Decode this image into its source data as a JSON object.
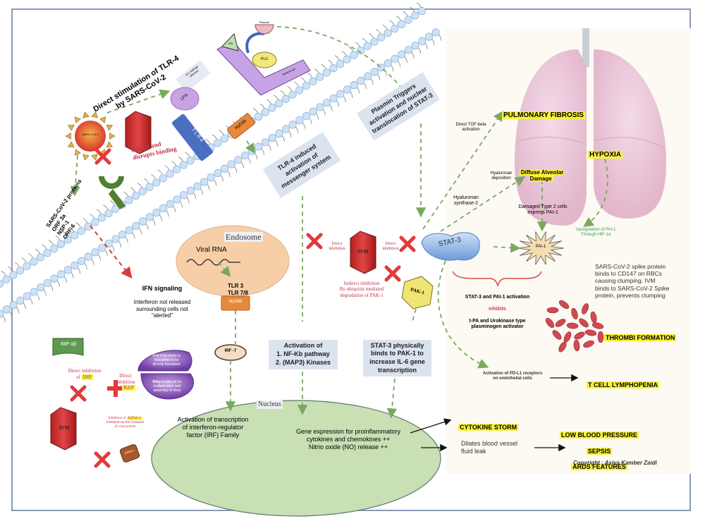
{
  "title": {
    "direct_stimulation": "Direct stimulation of TLR-4\nby SARS-CoV-2"
  },
  "membrane_complex": {
    "icu_box": "ICU settings\ninfection",
    "lps": "LPS",
    "tlr4": "T L R 4",
    "myd88": "MyD88",
    "plasmin": "Plasmin",
    "tpa": "tPA",
    "plg": "PLG",
    "annexin": "Annexin A2"
  },
  "virus": {
    "virus_label": "SARS-CoV-2",
    "ivm": "IVM",
    "inhibit_binding": "Inhibit and\ndisrupts binding",
    "proteins": "SARS-CoV-2 proteins\nORF 3a\nNSP-1\nORF-6"
  },
  "ifn": {
    "title": "IFN signaling",
    "text": "Interferon not released\nsurrounding cells not\n\"alerted\""
  },
  "endosome": {
    "title": "Endosome",
    "viral_rna": "Viral RNA",
    "tlr": "TLR 3\nTLR 7/8",
    "myd88": "MyD88",
    "irf7": "IRF -7"
  },
  "boxes": {
    "tlr4_messenger": "TLR-4 induced\nactivation of\nmessenger system",
    "plasmin_triggers": "Plasmin Triggers\nactivation and nuclear\ntranslocation of STAT-3",
    "nfkb": "Activation of\n1. NF-Kb pathway\n2. (MAP3) Kinases",
    "stat3_pak1": "STAT-3 physically\nbinds to PAK-1 to\nincrease IL-6 gene\ntranscription"
  },
  "center_ivm": {
    "ivm": "IVM",
    "direct_left": "Direct\ninhibition",
    "direct_right": "Direct\ninhibition",
    "indirect": "Indirect inhibition\nBy ubiquitin mediated\ndegradation of PAK-1",
    "pak1": "PAK-1",
    "stat3": "STAT-3"
  },
  "bottom_left": {
    "imp": "IMP αβ",
    "imp_inhib_pre": "Direct  inhibition\nof ",
    "imp_inhib_hl": "IMP",
    "rdrp_inhib_pre": "Direct\ninhibition\nOf ",
    "rdrp_inhib_hl": "RdrP",
    "ribosome_top": "Viral RNA binds to\nRibosome to be\ndirectly translated",
    "ribosome_bottom_bold": "Rdrp",
    "ribosome_bottom": " produced for\nmultiplication and\nassembly of virus",
    "ivm": "IVM",
    "kpna_pre": "Inhibition of ",
    "kpna_hl": "KPNA-1",
    "kpna_post": "\nmediated nuclear transport\nof viral protein",
    "kpna_label": "KPNA-1"
  },
  "nucleus": {
    "title": "Nucleus",
    "irf_text": "Activation of transcription\nof interferon-regulator\nfactor (IRF) Family",
    "gene_text": "Gene expression for proinflammatory\ncytokines and chemokines ++\nNitrio oxide (NO) release ++"
  },
  "lungs": {
    "tgf": "Direct TGF-beta\nactivation",
    "pulmonary_fibrosis": "PULMONARY FIBROSIS",
    "hypoxia": "HYPOXIA",
    "hyaluronan_dep": "Hyaluronan\ndeposition",
    "hyaluronan_syn": "Hyaluronan\nsynthase-2",
    "dad": "Diffuse Alveolar\nDamage",
    "type2": "Damaged Type 2 cells\nexpress PAI-1",
    "upregulation": "Upregulation of PAI-1\nThrough HIF-1a",
    "pai1": "PAI-1"
  },
  "effects": {
    "stat_pai_pre": "STAT-3 and PAI-1 activation",
    "stat_pai_inhibits": "inhibits",
    "stat_pai_post": "t-PA and Urokinase type\nplasminogen activator",
    "spike_text": "SARS-CoV-2 spike protein\nbinds to CD147 on RBCs\ncausing clumping. IVM\nbinds to SARS-CoV-2 Spike\nprotein, prevents clumping",
    "thrombi": "THROMBI FORMATION",
    "pdl1": "Activation of PD-L1 receptors\non endothelial cells",
    "t_cell": "T CELL LYMPHOPENIA",
    "cytokine_storm": "CYTOKINE  STORM",
    "dilates": "Dilates blood vessel\nfluid leak",
    "low_bp": "LOW BLOOD PRESSURE",
    "sepsis": "SEPSIS",
    "ards": "ARDS FEATURES",
    "copyright": "Copyright : Asiya Kamber Zaidi"
  },
  "colors": {
    "arrow_green": "#7aa860",
    "inhibit_red": "#e23a3a",
    "highlight": "#f7f23a",
    "nucleus": "#c9dfb4",
    "endosome": "#f6cfa9",
    "box": "#dbe3ef"
  }
}
